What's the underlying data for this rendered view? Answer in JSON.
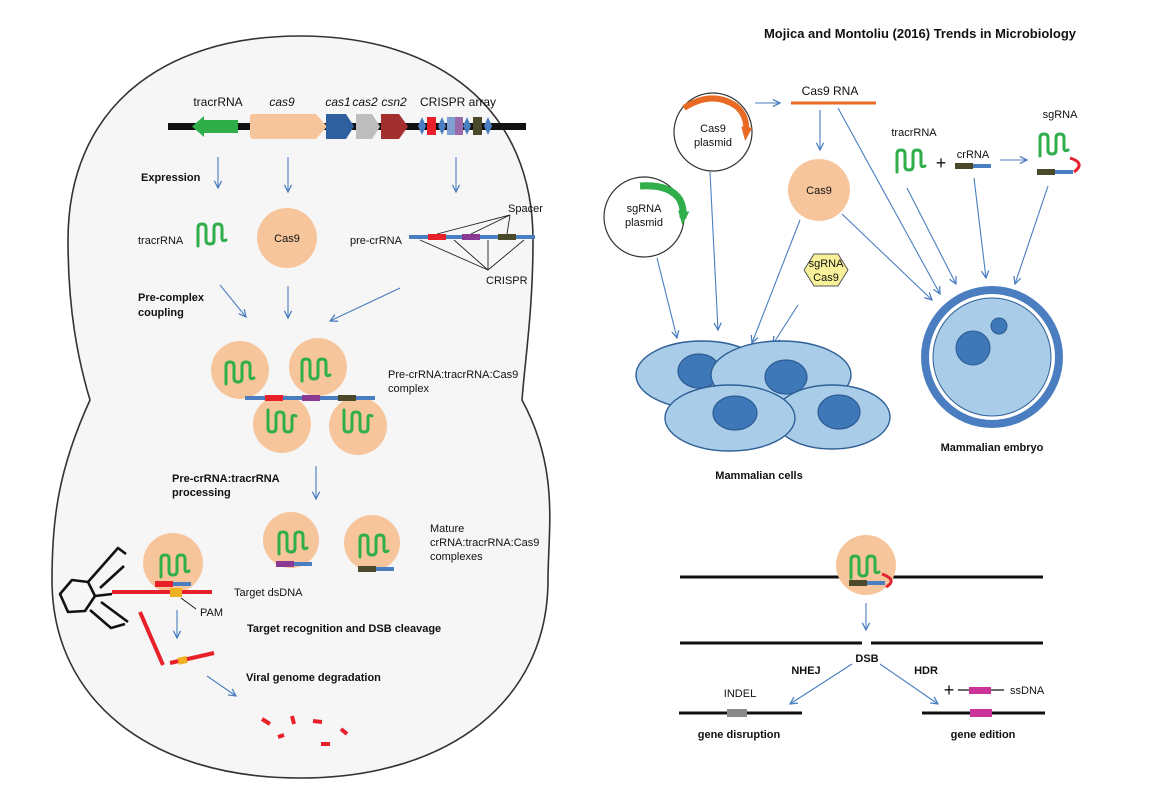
{
  "citation": "Mojica and Montoliu (2016) Trends in Microbiology",
  "bacterium": {
    "locus": {
      "tracrRNA": "tracrRNA",
      "cas9": "cas9",
      "cas1": "cas1",
      "cas2": "cas2",
      "csn2": "csn2",
      "crispr_array": "CRISPR array"
    },
    "steps": {
      "expression": "Expression",
      "precomplex_line1": "Pre-complex",
      "precomplex_line2": "coupling",
      "processing_line1": "Pre-crRNA:tracrRNA",
      "processing_line2": "processing",
      "target_recognition": "Target recognition and DSB cleavage",
      "degradation": "Viral genome degradation"
    },
    "labels": {
      "tracrRNA": "tracrRNA",
      "cas9": "Cas9",
      "pre_crRNA": "pre-crRNA",
      "spacer": "Spacer",
      "crispr": "CRISPR",
      "complex_line1": "Pre-crRNA:tracrRNA:Cas9",
      "complex_line2": "complex",
      "mature_line1": "Mature",
      "mature_line2": "crRNA:tracrRNA:Cas9",
      "mature_line3": "complexes",
      "target_dsDNA": "Target dsDNA",
      "pam": "PAM"
    }
  },
  "engineering": {
    "cas9_plasmid_line1": "Cas9",
    "cas9_plasmid_line2": "plasmid",
    "sgrna_plasmid_line1": "sgRNA",
    "sgrna_plasmid_line2": "plasmid",
    "cas9_rna": "Cas9 RNA",
    "cas9": "Cas9",
    "tracrRNA": "tracrRNA",
    "plus": "+",
    "crRNA": "crRNA",
    "sgRNA": "sgRNA",
    "rnp_line1": "sgRNA",
    "rnp_line2": "Cas9",
    "mammalian_cells": "Mammalian cells",
    "mammalian_embryo": "Mammalian embryo"
  },
  "repair": {
    "dsb": "DSB",
    "nhej": "NHEJ",
    "hdr": "HDR",
    "indel": "INDEL",
    "plus": "+",
    "ssdna": "ssDNA",
    "gene_disruption": "gene disruption",
    "gene_edition": "gene edition"
  },
  "colors": {
    "arrow": "#4a7ec0",
    "tracrRNA": "#2fae4a",
    "cas9": "#f7c59b",
    "cas1": "#2f5f9e",
    "cas2": "#bdbdbd",
    "csn2": "#a3302f",
    "spacer_red": "#e8202a",
    "spacer_purple": "#8b3a94",
    "spacer_dark": "#4a4a2a",
    "repeat_blue": "#4a7ec0",
    "cas9_rna": "#e86a24",
    "sgrna_loop": "#e02530",
    "rnp": "#f8f19a",
    "indel": "#8a8a8a",
    "ssdna": "#cc3399"
  }
}
